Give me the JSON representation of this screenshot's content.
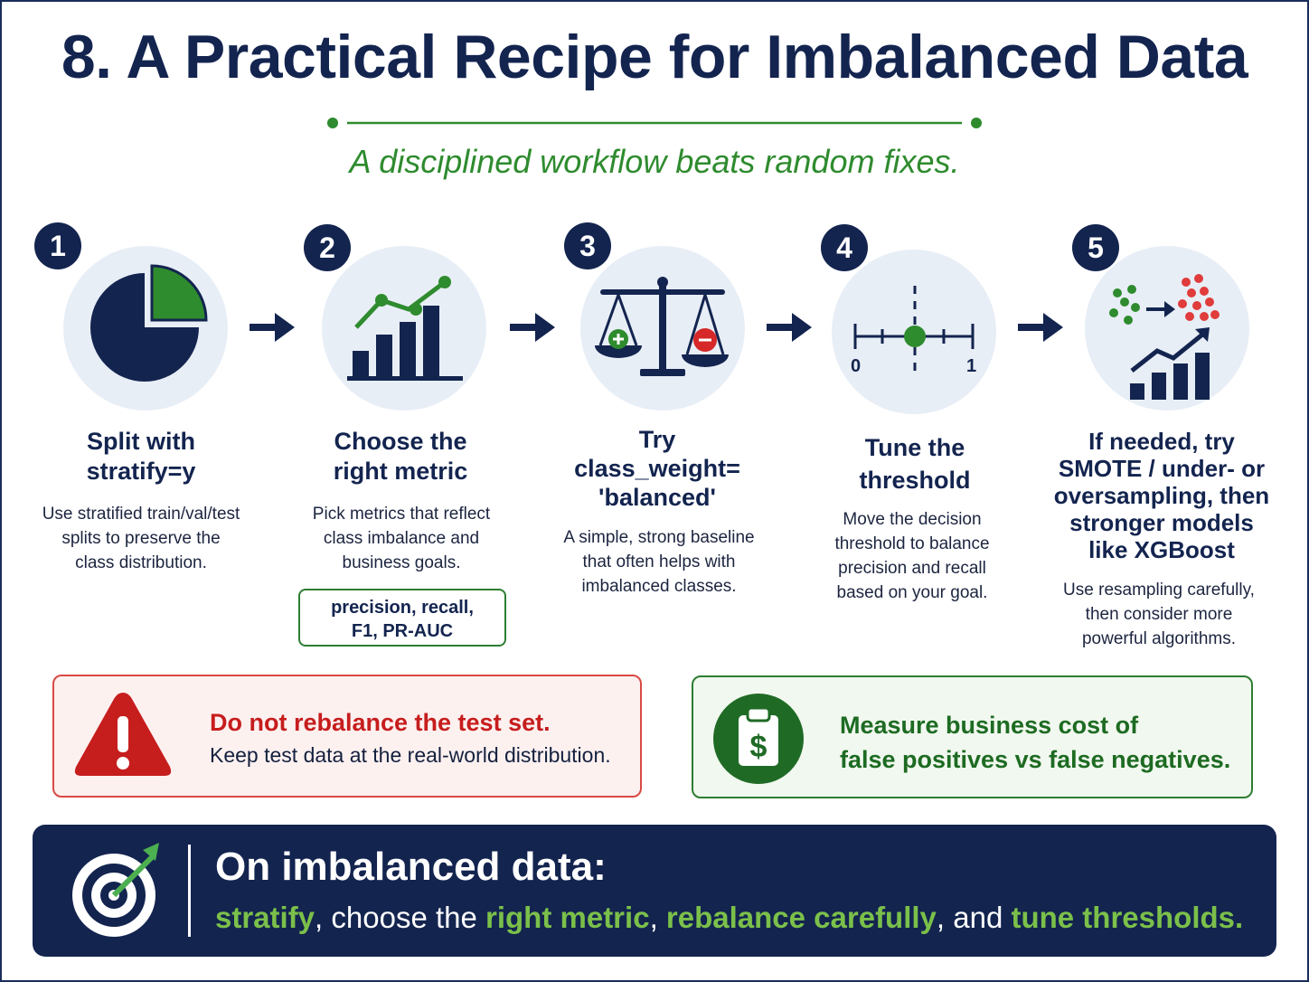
{
  "title": "8. A Practical Recipe for Imbalanced Data",
  "subtitle": "A disciplined workflow beats random fixes.",
  "colors": {
    "navy": "#13244f",
    "green": "#2e8b2e",
    "red": "#c61d1d",
    "circle_bg": "#e8eef6"
  },
  "steps": [
    {
      "number": "1",
      "icon": "pie-chart-icon",
      "title_lines": [
        "Split with",
        "stratify=y"
      ],
      "desc_lines": [
        "Use stratified train/val/test",
        "splits to preserve the",
        "class distribution."
      ]
    },
    {
      "number": "2",
      "icon": "bar-trend-chart-icon",
      "title_lines": [
        "Choose the",
        "right metric"
      ],
      "desc_lines": [
        "Pick metrics that reflect",
        "class imbalance and",
        "business goals."
      ],
      "metrics_lines": [
        "precision, recall,",
        "F1, PR-AUC"
      ]
    },
    {
      "number": "3",
      "icon": "balance-scale-icon",
      "title_lines": [
        "Try",
        "class_weight=",
        "'balanced'"
      ],
      "desc_lines": [
        "A simple, strong baseline",
        "that often helps with",
        "imbalanced classes."
      ]
    },
    {
      "number": "4",
      "icon": "threshold-slider-icon",
      "title_lines": [
        "Tune the",
        "threshold"
      ],
      "desc_lines": [
        "Move the decision",
        "threshold to balance",
        "precision and recall",
        "based on your goal."
      ],
      "slider": {
        "min_label": "0",
        "max_label": "1"
      }
    },
    {
      "number": "5",
      "icon": "resampling-growth-icon",
      "title_lines": [
        "If needed, try",
        "SMOTE / under- or",
        "oversampling, then",
        "stronger models",
        "like XGBoost"
      ],
      "desc_lines": [
        "Use resampling carefully,",
        "then consider more",
        "powerful algorithms."
      ]
    }
  ],
  "warning": {
    "icon": "warning-triangle-icon",
    "title": "Do not rebalance the test set.",
    "text": "Keep test data at the real-world distribution."
  },
  "cost": {
    "icon": "clipboard-dollar-icon",
    "lines": [
      "Measure business cost of",
      "false positives vs false negatives."
    ]
  },
  "banner": {
    "icon": "target-arrow-icon",
    "title": "On imbalanced data:",
    "parts": [
      {
        "text": "stratify",
        "highlight": true
      },
      {
        "text": ", choose the ",
        "highlight": false
      },
      {
        "text": "right metric",
        "highlight": true
      },
      {
        "text": ", ",
        "highlight": false
      },
      {
        "text": "rebalance carefully",
        "highlight": true
      },
      {
        "text": ", and ",
        "highlight": false
      },
      {
        "text": "tune thresholds.",
        "highlight": true
      }
    ]
  }
}
